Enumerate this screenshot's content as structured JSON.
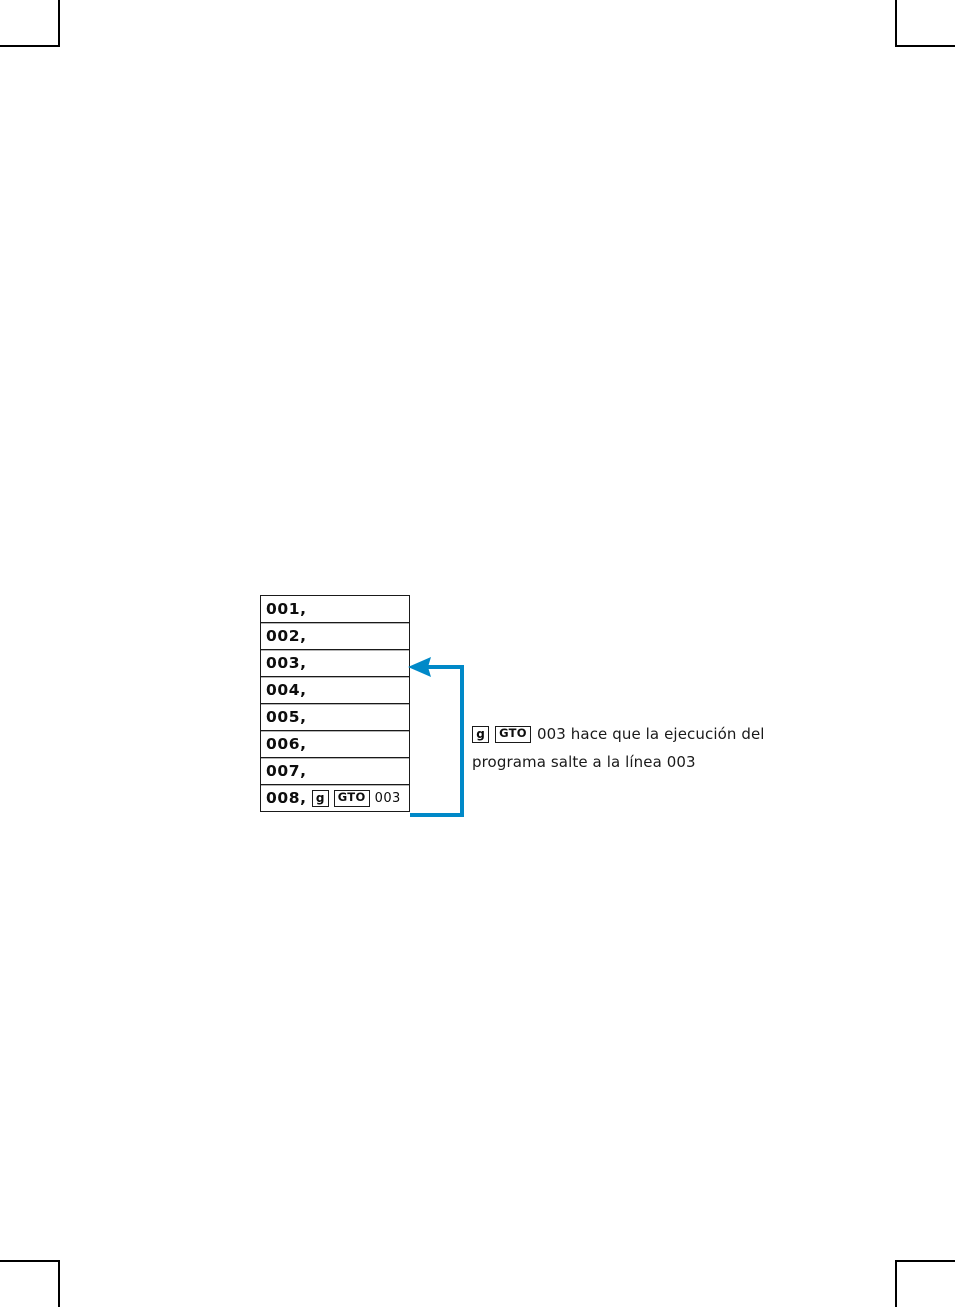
{
  "page": {
    "background_color": "#ffffff",
    "crop_marks": [
      {
        "name": "crop-mark-top-left",
        "position": "top-left"
      },
      {
        "name": "crop-mark-top-right",
        "position": "top-right"
      },
      {
        "name": "crop-mark-bottom-left",
        "position": "bottom-left"
      },
      {
        "name": "crop-mark-bottom-right",
        "position": "bottom-right"
      }
    ]
  },
  "colors": {
    "accent_blue": "#0089C8",
    "ink": "#1a1a1a",
    "rule": "#b5b5b5"
  },
  "figure": {
    "program_listing": {
      "rows": [
        {
          "line": "001,"
        },
        {
          "line": "002,"
        },
        {
          "line": "003,"
        },
        {
          "line": "004,"
        },
        {
          "line": "005,"
        },
        {
          "line": "006,"
        },
        {
          "line": "007,"
        },
        {
          "line": "008,",
          "key_prefix": "g",
          "key_function": "GTO",
          "target": "003"
        }
      ]
    },
    "jump_connector": {
      "from_row_index": 7,
      "to_row_index": 2,
      "color": "#0089C8",
      "arrow_direction": "left"
    },
    "caption": {
      "key_prefix": "g",
      "key_function": "GTO",
      "line1": "003 hace que la ejecución del",
      "line2": "programa salte a la línea 003"
    }
  }
}
